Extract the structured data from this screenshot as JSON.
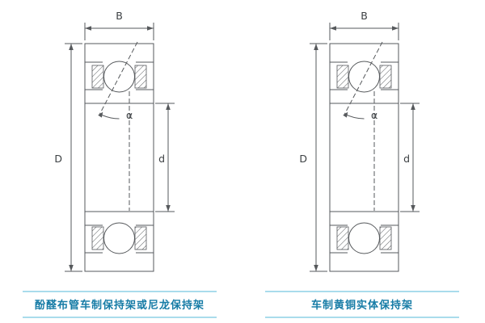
{
  "figures": [
    {
      "name": "bearing-phenolic-or-nylon-cage",
      "labels": {
        "width": "B",
        "outer_diameter": "D",
        "bore_diameter": "d",
        "contact_angle": "α"
      },
      "caption": "酚醛布管车制保持架或尼龙保持架"
    },
    {
      "name": "bearing-machined-brass-cage",
      "labels": {
        "width": "B",
        "outer_diameter": "D",
        "bore_diameter": "d",
        "contact_angle": "α"
      },
      "caption": "车制黄铜实体保持架"
    }
  ],
  "colors": {
    "line": "#56595c",
    "dimension_text": "#3c4043",
    "caption_text": "#177ca6",
    "caption_rule": "#a9dcec",
    "background": "#ffffff"
  }
}
